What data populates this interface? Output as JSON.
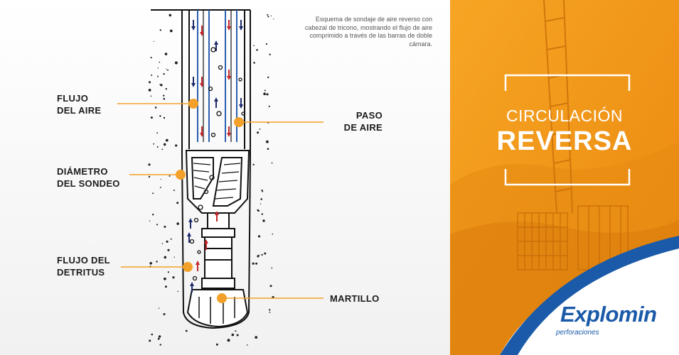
{
  "caption": "Esquema de sondaje de aire reverso con cabezal de tricono, mostrando el flujo de aire comprimido a través de las barras de doble cámara.",
  "labels": {
    "flujo_aire": [
      "FLUJO",
      "DEL AIRE"
    ],
    "diametro": [
      "DIÁMETRO",
      "DEL SONDEO"
    ],
    "flujo_detritus": [
      "FLUJO DEL",
      "DETRITUS"
    ],
    "paso_aire": [
      "PASO",
      "DE AIRE"
    ],
    "martillo": "MARTILLO"
  },
  "title": {
    "line1": "CIRCULACIÓN",
    "line2": "REVERSA"
  },
  "brand": {
    "name": "Explomin",
    "tagline": "perforaciones"
  },
  "colors": {
    "accent_orange": "#f39c17",
    "callout_orange": "#f3a12a",
    "brand_blue": "#1a5aa8",
    "pipe_blue": "#2b5fb0",
    "arrow_red": "#c0262a",
    "arrow_navy": "#1d2a6b"
  },
  "icons": [
    "drill-rig-background",
    "explomin-logo-swoosh"
  ]
}
